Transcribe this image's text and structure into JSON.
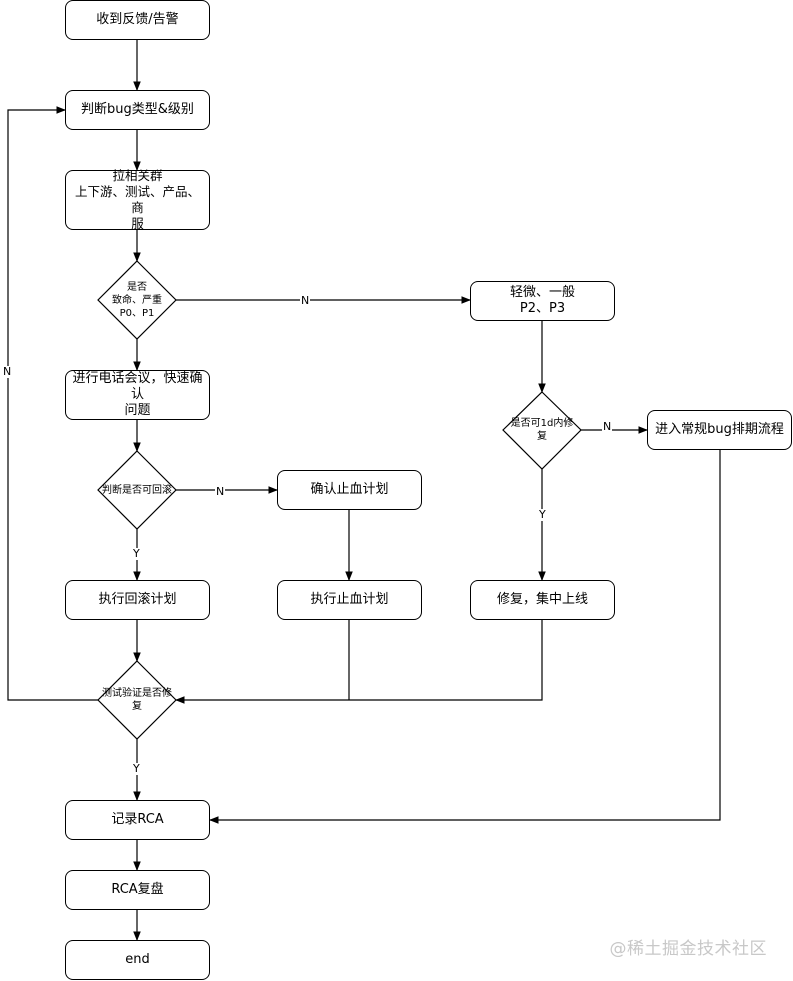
{
  "nodes": {
    "feedback": "收到反馈/告警",
    "judge_type": "判断bug类型&级别",
    "pull_group": "拉相关群\n上下游、测试、产品、商\n服",
    "is_fatal": "是否\n致命、严重\nP0、P1",
    "minor": "轻微、一般\nP2、P3",
    "phone_meeting": "进行电话会议，快速确认\n问题",
    "can_fix_1d": "是否可1d内修\n复",
    "regular_flow": "进入常规bug排期流程",
    "can_rollback": "判断是否可回滚",
    "confirm_stop_plan": "确认止血计划",
    "exec_rollback": "执行回滚计划",
    "exec_stop_plan": "执行止血计划",
    "fix_release": "修复，集中上线",
    "test_verify": "测试验证是否修\n复",
    "record_rca": "记录RCA",
    "rca_review": "RCA复盘",
    "end": "end"
  },
  "edge_labels": {
    "fatal_no": "N",
    "loop_no": "N",
    "fix1d_no": "N",
    "fix1d_yes": "Y",
    "rollback_no": "N",
    "rollback_yes": "Y",
    "verify_yes": "Y"
  },
  "watermark": "@稀土掘金技术社区"
}
